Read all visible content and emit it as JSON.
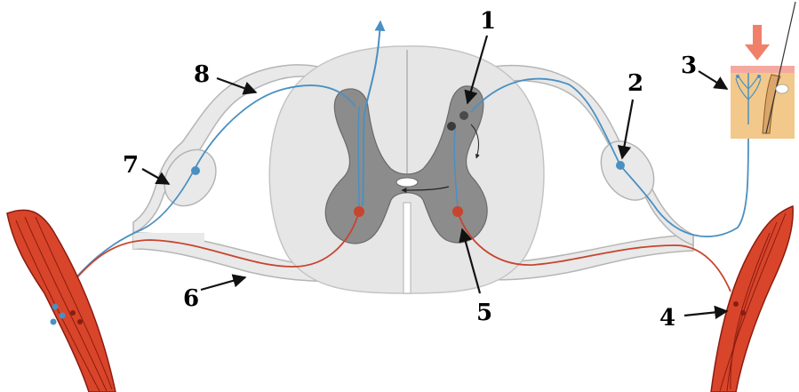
{
  "labels": {
    "l1": "1",
    "l2": "2",
    "l3": "3",
    "l4": "4",
    "l5": "5",
    "l6": "6",
    "l7": "7",
    "l8": "8"
  },
  "colors": {
    "white_matter": "#e6e6e6",
    "gray_matter": "#8c8c8c",
    "nerve_fill": "#e9e9e9",
    "nerve_outline": "#b5b5b5",
    "sensory_fiber": "#4a90c2",
    "motor_fiber": "#c8442e",
    "muscle": "#d9452a",
    "muscle_stripe": "#8a1c10",
    "skin": "#f2c98a",
    "arrow_black": "#111111",
    "stimulus_arrow": "#f0806a"
  },
  "icons": {
    "muscle_left": "muscle-left-icon",
    "muscle_right": "muscle-right-icon",
    "skin_receptor": "skin-receptor-icon",
    "stimulus": "stimulus-arrow-icon"
  }
}
